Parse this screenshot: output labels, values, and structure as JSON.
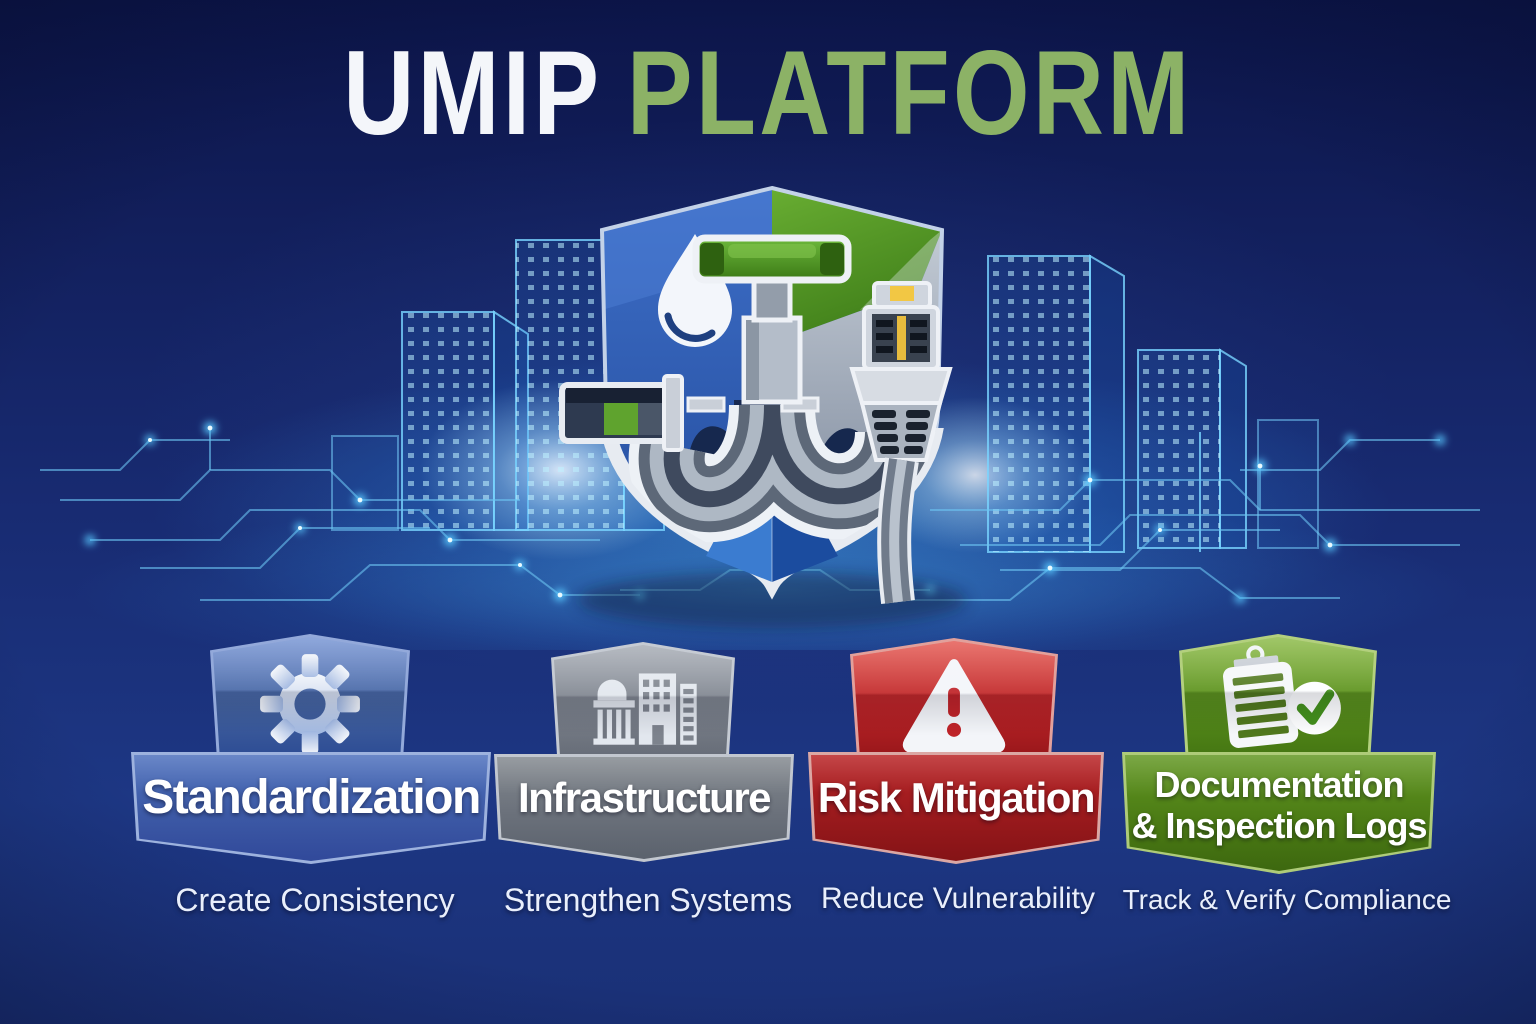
{
  "title": {
    "brand": "UMIP",
    "suffix": "PLATFORM"
  },
  "hero_logo": {
    "name": "umip-shield-emblem",
    "elements": [
      "water-droplet",
      "faucet",
      "pipe-trap",
      "network-cable",
      "shield"
    ],
    "background": "digital-city-circuit-skyline"
  },
  "badges": [
    {
      "name": "standardization",
      "icon": "gear-icon",
      "label_lines": [
        "Standardization"
      ],
      "caption": "Create Consistency",
      "accent": "#3d5aa6"
    },
    {
      "name": "infrastructure",
      "icon": "buildings-icon",
      "label_lines": [
        "Infrastructure"
      ],
      "caption": "Strengthen Systems",
      "accent": "#6b717b"
    },
    {
      "name": "risk-mitigation",
      "icon": "warning-triangle-icon",
      "label_lines": [
        "Risk Mitigation"
      ],
      "caption": "Reduce Vulnerability",
      "accent": "#9b1a1d"
    },
    {
      "name": "documentation-inspection-logs",
      "icon": "clipboard-check-icon",
      "label_lines": [
        "Documentation",
        "& Inspection Logs"
      ],
      "caption": "Track & Verify Compliance",
      "accent": "#4c7c15"
    }
  ],
  "colors": {
    "background_top": "#0c1549",
    "background_bottom": "#1d3784",
    "title_brand": "#f4f6fa",
    "title_suffix": "#8cb266",
    "glow_cyan": "#5fc8ff",
    "shield_blue": "#2f5cb0",
    "shield_green": "#55992a",
    "shield_gray": "#9aa5b3"
  }
}
